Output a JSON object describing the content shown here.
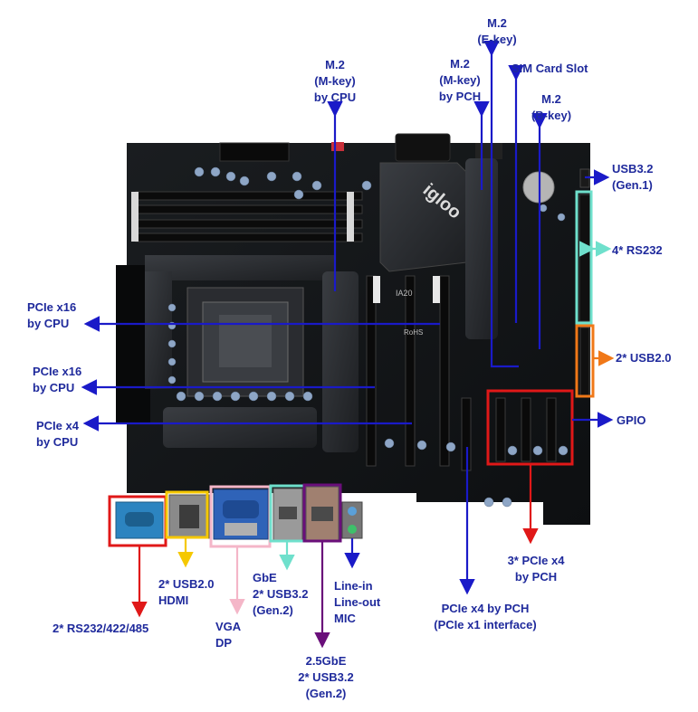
{
  "board": {
    "chipset_brand": "igloo",
    "slot_marks": [
      "IA20",
      "RoHS"
    ],
    "colors": {
      "pcb": "#121416",
      "arrow_blue": "#1a1ac8",
      "label_blue": "#1f2a9c",
      "red": "#e01818",
      "yellow": "#f5c800",
      "pink": "#f4b6c8",
      "teal": "#6fe0cc",
      "purple": "#6a0f7a",
      "orange": "#f07818"
    }
  },
  "labels": {
    "m2_cpu": [
      "M.2",
      "(M-key)",
      "by CPU"
    ],
    "m2_pch": [
      "M.2",
      "(M-key)",
      "by PCH"
    ],
    "m2_ekey": [
      "M.2",
      "(E-key)"
    ],
    "sim": [
      "SIM Card Slot"
    ],
    "m2_bkey": [
      "M.2",
      "(B-key)"
    ],
    "usb32_gen1": [
      "USB3.2",
      "(Gen.1)"
    ],
    "rs232_4": [
      "4* RS232"
    ],
    "usb20_right": [
      "2* USB2.0"
    ],
    "gpio": [
      "GPIO"
    ],
    "pcie_x16_a": [
      "PCIe x16",
      "by CPU"
    ],
    "pcie_x16_b": [
      "PCIe x16",
      "by CPU"
    ],
    "pcie_x4_cpu": [
      "PCIe x4",
      "by CPU"
    ],
    "pcie_x4_pch3": [
      "3* PCIe x4",
      "by PCH"
    ],
    "pcie_x4_pch": [
      "PCIe x4 by PCH",
      "(PCIe x1 interface)"
    ],
    "usb20_hdmi": [
      "2* USB2.0",
      "HDMI"
    ],
    "rs232_422_485": [
      "2* RS232/422/485"
    ],
    "vga_dp": [
      "VGA",
      "DP"
    ],
    "gbe_usb": [
      "GbE",
      "2* USB3.2",
      "(Gen.2)"
    ],
    "audio": [
      "Line-in",
      "Line-out",
      "MIC"
    ],
    "gbe25": [
      "2.5GbE",
      "2* USB3.2",
      "(Gen.2)"
    ]
  }
}
